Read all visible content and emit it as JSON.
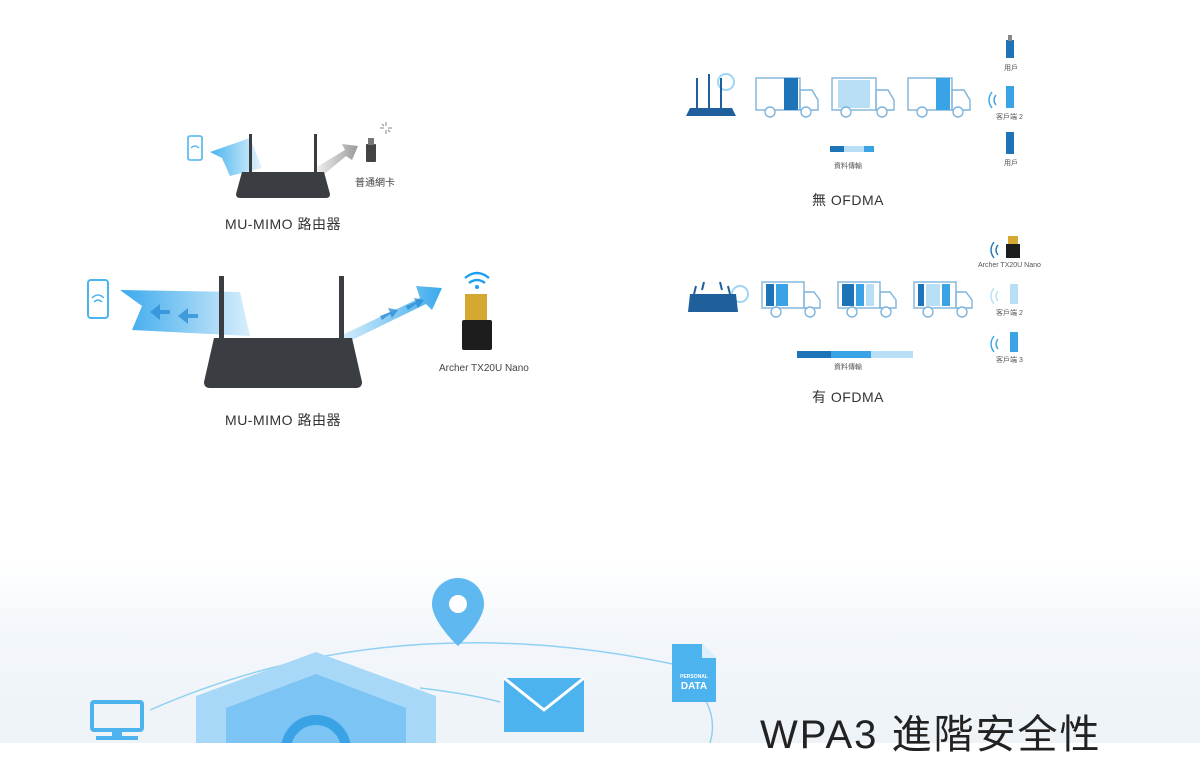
{
  "mumimo": {
    "top_label": "MU-MIMO 路由器",
    "top_device_label": "普通網卡",
    "bottom_label": "MU-MIMO 路由器",
    "bottom_device_label": "Archer TX20U Nano"
  },
  "ofdma": {
    "without_label": "無 OFDMA",
    "without_data_label": "資料傳輸",
    "without_clients": [
      "用戶",
      "客戶端 2",
      "用戶"
    ],
    "with_label": "有 OFDMA",
    "with_data_label": "資料傳輸",
    "with_clients": [
      "Archer TX20U Nano",
      "客戶端 2",
      "客戶端 3"
    ]
  },
  "security": {
    "title": "WPA3 進階安全性",
    "personal_data_line1": "PERSONAL",
    "personal_data_line2": "DATA"
  },
  "colors": {
    "accent_blue": "#1e74b8",
    "light_blue": "#5fb8f0",
    "pale_blue": "#b9dff7",
    "router_dark": "#3a3d42"
  }
}
